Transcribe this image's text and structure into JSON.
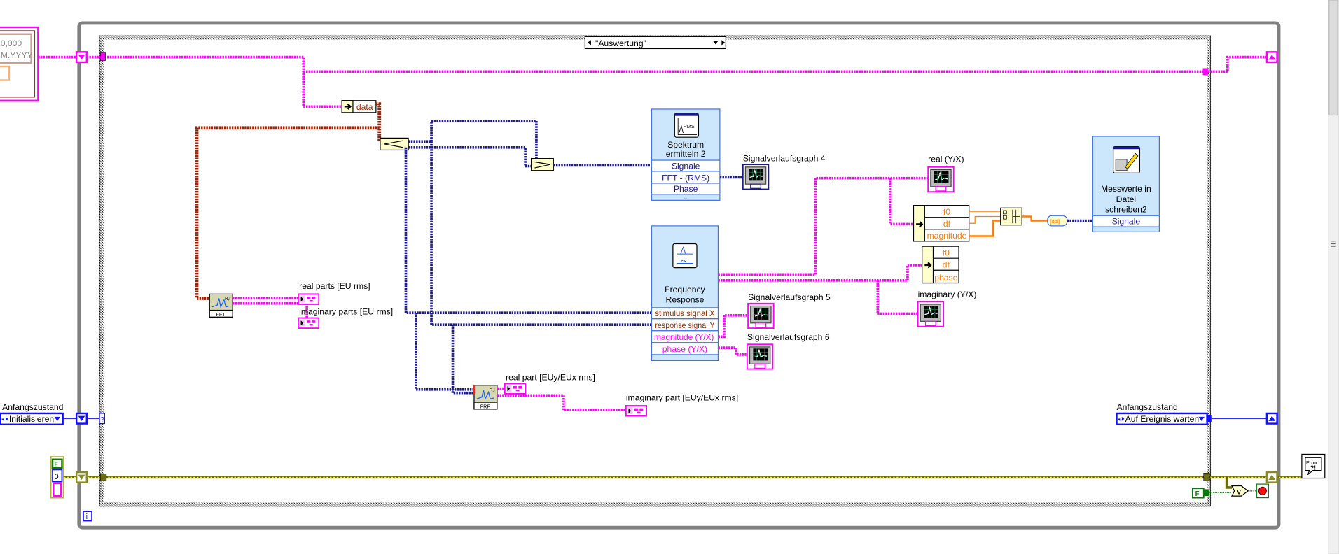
{
  "case_selector": {
    "value": "\"Auswertung\""
  },
  "left_cluster": {
    "line1": "0,000",
    "line2": "M.YYYY"
  },
  "unbundle_top": {
    "field": "data"
  },
  "spektrum": {
    "title_1": "Spektrum",
    "title_2": "ermitteln 2",
    "rows": [
      "Signale",
      "FFT - (RMS)",
      "Phase"
    ],
    "icon_text": "RMS"
  },
  "frequency_response": {
    "title_1": "Frequency",
    "title_2": "Response",
    "rows": [
      "stimulus signal X",
      "response signal Y",
      "magnitude (Y/X)",
      "phase (Y/X)"
    ]
  },
  "messwerte": {
    "title_1": "Messwerte in",
    "title_2": "Datei",
    "title_3": "schreiben2",
    "rows": [
      "Signale"
    ]
  },
  "graphs": {
    "g4": "Signalverlaufsgraph 4",
    "g5": "Signalverlaufsgraph 5",
    "g6": "Signalverlaufsgraph 6",
    "real": "real (Y/X)",
    "imag": "imaginary (Y/X)"
  },
  "unbundle_magnitude": [
    "f0",
    "df",
    "magnitude"
  ],
  "unbundle_phase": [
    "f0",
    "df",
    "phase"
  ],
  "fft": {
    "label": "FFT",
    "corner": "R,I",
    "real_label": "real parts [EU rms]",
    "imag_label": "imaginary parts [EU rms]"
  },
  "frf": {
    "label": "FRF",
    "corner": "R,I",
    "real_label": "real part [EUy/EUx rms]",
    "imag_label": "imaginary part [EUy/EUx rms]"
  },
  "state_left": {
    "label": "Anfangszustand",
    "value": "Initialisieren"
  },
  "state_right": {
    "label": "Anfangszustand",
    "value": "Auf Ereignis warten"
  },
  "error_cluster": {
    "bool": "F",
    "num": "0"
  },
  "false_const": "F",
  "or_gate": "V",
  "error_handler": {
    "line1": "Error",
    "line2": "?!"
  },
  "case_selector_terminal": "?",
  "iteration": "i",
  "to_ddt": "[dbl]",
  "colors": {
    "waveform": "#ff00ff",
    "dynamic": "#1a1a8c",
    "enum": "#1010ff",
    "error": "#6b6b00",
    "orange": "#ff7f00"
  }
}
